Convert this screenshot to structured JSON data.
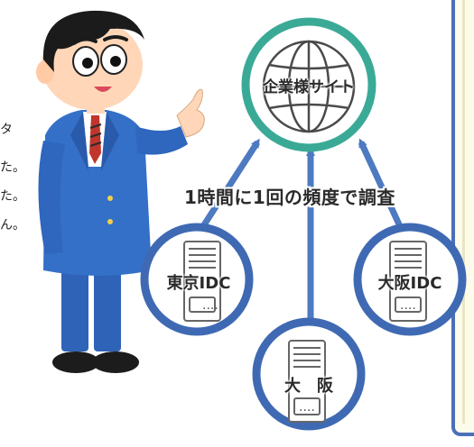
{
  "left_text_fragments": [
    "タ",
    "た。",
    "た。",
    "ん。"
  ],
  "target_site_label": "企業様サイト",
  "frequency_label": "1時間に1回の頻度で調査",
  "nodes": {
    "tokyo": "東京IDC",
    "osaka": "大阪IDC",
    "osaka_bottom": "大　阪"
  },
  "colors": {
    "node_ring": "#3f6ab3",
    "site_ring": "#3aaa96",
    "arrow": "#4d7ac0",
    "panel_border": "#4a70b8",
    "panel_fill": "#fdfbea"
  }
}
